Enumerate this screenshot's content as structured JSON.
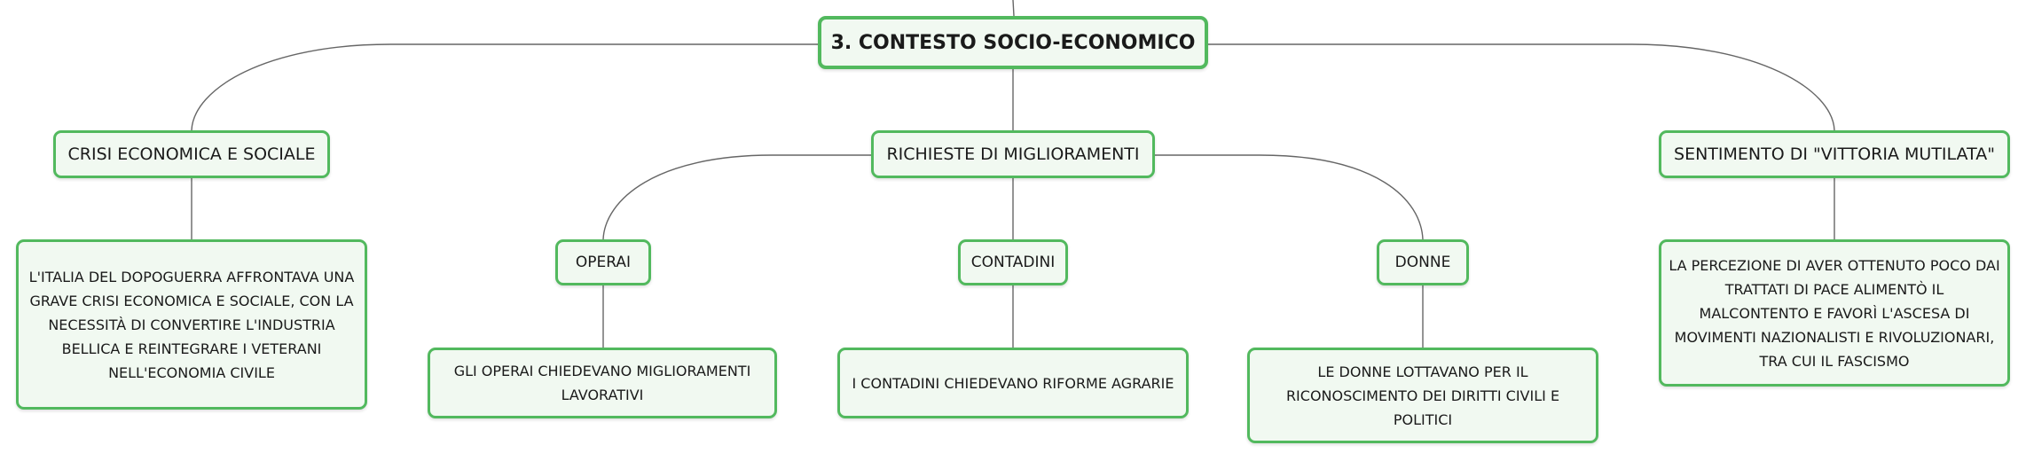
{
  "diagram": {
    "root": {
      "label": "3. CONTESTO SOCIO-ECONOMICO"
    },
    "branches": {
      "crisi": {
        "label": "CRISI ECONOMICA E SOCIALE",
        "detail": "L'ITALIA DEL DOPOGUERRA AFFRONTAVA UNA GRAVE CRISI ECONOMICA E SOCIALE, CON LA NECESSITÀ DI CONVERTIRE L'INDUSTRIA BELLICA E REINTEGRARE I VETERANI NELL'ECONOMIA CIVILE"
      },
      "richieste": {
        "label": "RICHIESTE DI MIGLIORAMENTI",
        "children": {
          "operai": {
            "label": "OPERAI",
            "detail": "GLI OPERAI CHIEDEVANO MIGLIORAMENTI LAVORATIVI"
          },
          "contadini": {
            "label": "CONTADINI",
            "detail": "I CONTADINI CHIEDEVANO RIFORME AGRARIE"
          },
          "donne": {
            "label": "DONNE",
            "detail": "LE DONNE LOTTAVANO PER IL RICONOSCIMENTO DEI DIRITTI CIVILI E POLITICI"
          }
        }
      },
      "vittoria": {
        "label": "SENTIMENTO DI \"VITTORIA MUTILATA\"",
        "detail": "LA PERCEZIONE DI AVER OTTENUTO POCO DAI TRATTATI DI PACE ALIMENTÒ IL MALCONTENTO E FAVORÌ L'ASCESA DI MOVIMENTI NAZIONALISTI E RIVOLUZIONARI, TRA CUI IL FASCISMO"
      }
    },
    "colors": {
      "node_border": "#52b95e",
      "node_fill": "#f1f9f1",
      "connector": "#666666",
      "text": "#1a1a1a"
    }
  }
}
